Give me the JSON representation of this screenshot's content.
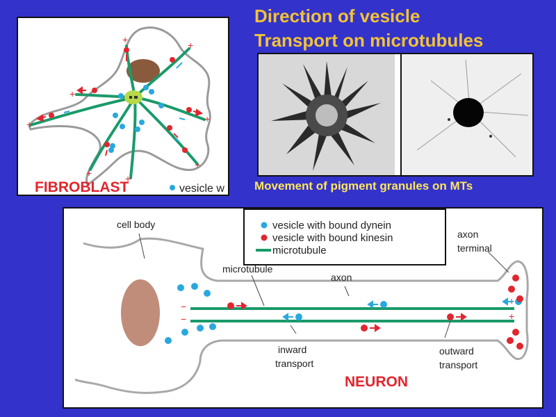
{
  "title": {
    "line1": "Direction of vesicle",
    "line2": "Transport on microtubules"
  },
  "fibroblast": {
    "label": "FIBROBLAST",
    "legend_fragment": "vesicle w",
    "plus_sign": "+"
  },
  "photos": {
    "caption": "Movement of pigment granules on MTs"
  },
  "neuron_diagram": {
    "title": "NEURON",
    "labels": {
      "cell_body": "cell body",
      "microtubule": "microtubule",
      "axon": "axon",
      "axon_terminal_line1": "axon",
      "axon_terminal_line2": "terminal",
      "inward_line1": "inward",
      "inward_line2": "transport",
      "outward_line1": "outward",
      "outward_line2": "transport",
      "minus": "−",
      "plus": "+"
    },
    "legend": {
      "dynein": "vesicle with bound dynein",
      "kinesin": "vesicle with bound kinesin",
      "microtubule": "microtubule"
    }
  },
  "colors": {
    "background": "#3333cc",
    "title": "#f2c335",
    "caption": "#ffe75a",
    "microtubule": "#1a9a6a",
    "dynein_vesicle": "#29a8e0",
    "kinesin_vesicle": "#e0262e",
    "nucleus_fibroblast": "#8a5a3c",
    "nucleus_neuron": "#c08d7a",
    "centrosome": "#b6d94a",
    "neuron_title": "#e0262e",
    "fibroblast_label": "#e0262e"
  }
}
